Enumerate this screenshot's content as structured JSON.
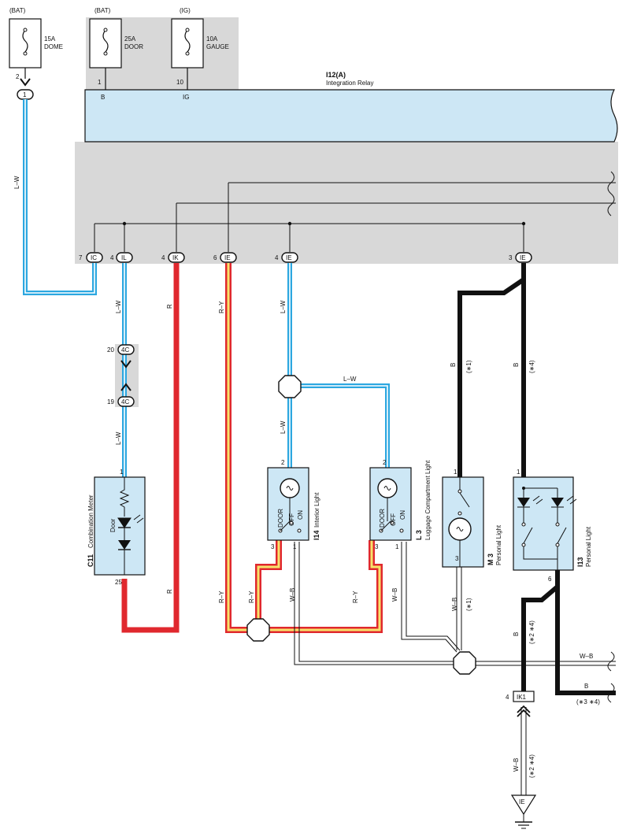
{
  "fuses": [
    {
      "source": "(BAT)",
      "rating": "15A",
      "name": "DOME",
      "pin": "2"
    },
    {
      "source": "(BAT)",
      "rating": "25A",
      "name": "DOOR",
      "pin": "1",
      "terminal": "B"
    },
    {
      "source": "(IG)",
      "rating": "10A",
      "name": "GAUGE",
      "pin": "10",
      "terminal": "IG"
    }
  ],
  "relay": {
    "code": "I12(A)",
    "name": "Integration Relay"
  },
  "connectors": {
    "top_1": "1",
    "ic": {
      "pin": "7",
      "label": "IC"
    },
    "il": {
      "pin": "4",
      "label": "IL"
    },
    "ik": {
      "pin": "4",
      "label": "IK"
    },
    "ie_a": {
      "pin": "6",
      "label": "IE"
    },
    "ie_b": {
      "pin": "4",
      "label": "IE"
    },
    "ie_c": {
      "pin": "3",
      "label": "IE"
    },
    "c4_top": {
      "pin": "20",
      "label": "4C"
    },
    "c4_bot": {
      "pin": "19",
      "label": "4C"
    },
    "ik1": {
      "pin": "4",
      "label": "IK1"
    },
    "ground": "IE"
  },
  "wires": {
    "lw": "L–W",
    "r": "R",
    "ry": "R–Y",
    "b": "B",
    "wb": "W–B",
    "note1": "(∗1)",
    "note4": "(∗4)",
    "note24": "(∗2 ∗4)",
    "note34": "(∗3 ∗4)"
  },
  "components": {
    "c11": {
      "code": "C11",
      "name": "Combination Meter",
      "led": "Door",
      "pin_top": "1",
      "pin_bottom": "25"
    },
    "i14": {
      "code": "I14",
      "name": "Interior Light",
      "pin_top": "2",
      "pin3": "3",
      "pin1": "1"
    },
    "l3": {
      "code": "L 3",
      "name": "Luggage Compartment Light",
      "pin_top": "2",
      "pin3": "3",
      "pin1": "1"
    },
    "m3": {
      "code": "M 3",
      "name": "Personal Light",
      "pin_top": "1",
      "pin_bottom": "3"
    },
    "i13": {
      "code": "I13",
      "name": "Personal Light",
      "pin_top": "1",
      "pin_bottom": "6"
    },
    "switch_labels": {
      "door": "DOOR",
      "off": "OFF",
      "on": "ON"
    }
  },
  "colors": {
    "lw_wire": "#2ca7e0",
    "r_wire": "#e0282e",
    "ry_wire": "#e0282e",
    "ry_stripe": "#f7e36b",
    "b_wire": "#111111",
    "component_fill": "#cde7f5",
    "relay_area": "#d8d8d8"
  }
}
